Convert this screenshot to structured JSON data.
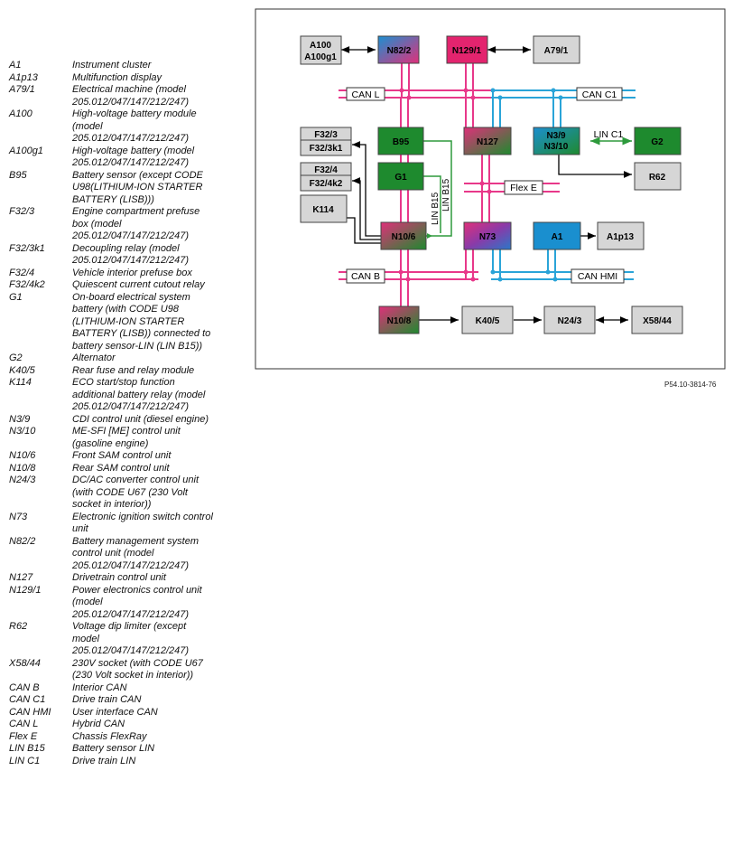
{
  "legend": [
    {
      "code": "A1",
      "desc": "Instrument cluster"
    },
    {
      "code": "A1p13",
      "desc": "Multifunction display"
    },
    {
      "code": "A79/1",
      "desc": "Electrical machine (model\n205.012/047/147/212/247)"
    },
    {
      "code": "A100",
      "desc": "High-voltage battery module\n(model\n205.012/047/147/212/247)"
    },
    {
      "code": "A100g1",
      "desc": "High-voltage battery (model\n205.012/047/147/212/247)"
    },
    {
      "code": "B95",
      "desc": "Battery sensor (except CODE\nU98(LITHIUM-ION STARTER\nBATTERY (LISB)))"
    },
    {
      "code": "F32/3",
      "desc": "Engine compartment prefuse\nbox (model\n205.012/047/147/212/247)"
    },
    {
      "code": "F32/3k1",
      "desc": "Decoupling relay (model\n205.012/047/147/212/247)"
    },
    {
      "code": "F32/4",
      "desc": "Vehicle interior prefuse box"
    },
    {
      "code": "F32/4k2",
      "desc": "Quiescent current cutout relay"
    },
    {
      "code": "G1",
      "desc": "On-board electrical system\nbattery (with CODE U98\n(LITHIUM-ION STARTER\nBATTERY (LISB)) connected to\nbattery sensor-LIN (LIN B15))"
    },
    {
      "code": "G2",
      "desc": "Alternator"
    },
    {
      "code": "K40/5",
      "desc": "Rear fuse and relay module"
    },
    {
      "code": "K114",
      "desc": "ECO start/stop function\nadditional battery relay (model\n205.012/047/147/212/247)"
    },
    {
      "code": "N3/9",
      "desc": "CDI control unit (diesel engine)"
    },
    {
      "code": "N3/10",
      "desc": "ME-SFI [ME] control unit\n(gasoline engine)"
    },
    {
      "code": "N10/6",
      "desc": "Front SAM control unit"
    },
    {
      "code": "N10/8",
      "desc": "Rear SAM control unit"
    },
    {
      "code": "N24/3",
      "desc": "DC/AC converter control unit\n(with CODE U67 (230 Volt\nsocket in interior))"
    },
    {
      "code": "N73",
      "desc": "Electronic ignition switch control\nunit"
    },
    {
      "code": "N82/2",
      "desc": "Battery management system\ncontrol unit (model\n205.012/047/147/212/247)"
    },
    {
      "code": "N127",
      "desc": "Drivetrain control unit"
    },
    {
      "code": "N129/1",
      "desc": "Power electronics control unit\n(model\n205.012/047/147/212/247)"
    },
    {
      "code": "R62",
      "desc": "Voltage dip limiter (except\nmodel\n205.012/047/147/212/247)"
    },
    {
      "code": "X58/44",
      "desc": "230V socket (with CODE U67\n(230 Volt socket in interior))"
    },
    {
      "code": "CAN B",
      "desc": "Interior CAN"
    },
    {
      "code": "CAN C1",
      "desc": "Drive train CAN"
    },
    {
      "code": "CAN HMI",
      "desc": "User interface CAN"
    },
    {
      "code": "CAN L",
      "desc": "Hybrid CAN"
    },
    {
      "code": "Flex E",
      "desc": "Chassis FlexRay"
    },
    {
      "code": "LIN B15",
      "desc": "Battery sensor LIN"
    },
    {
      "code": "LIN C1",
      "desc": "Drive train LIN"
    }
  ],
  "diagram": {
    "components": {
      "A100": "A100",
      "A100g1": "A100g1",
      "N82_2": "N82/2",
      "N129_1": "N129/1",
      "A79_1": "A79/1",
      "F32_3": "F32/3",
      "F32_3k1": "F32/3k1",
      "B95": "B95",
      "N127": "N127",
      "N3_9": "N3/9",
      "N3_10": "N3/10",
      "G2": "G2",
      "F32_4": "F32/4",
      "F32_4k2": "F32/4k2",
      "G1": "G1",
      "R62": "R62",
      "K114": "K114",
      "N10_6": "N10/6",
      "N73": "N73",
      "A1": "A1",
      "A1p13": "A1p13",
      "N10_8": "N10/8",
      "K40_5": "K40/5",
      "N24_3": "N24/3",
      "X58_44": "X58/44"
    },
    "bus_labels": {
      "can_l": "CAN L",
      "can_c1": "CAN C1",
      "lin_c1": "LIN C1",
      "flex_e": "Flex E",
      "can_b": "CAN B",
      "can_hmi": "CAN HMI",
      "lin_b15_a": "LIN B15",
      "lin_b15_b": "LIN B15"
    },
    "colors": {
      "pink_bus": "#e8388a",
      "blue_bus": "#2aa4d8",
      "green_lin": "#2e9a3c",
      "box_grey": "#d6d6d6",
      "box_green": "#1e8a2e",
      "box_pink": "#e3246e",
      "box_blue": "#1a8fcf"
    }
  },
  "caption": "P54.10-3814-76"
}
